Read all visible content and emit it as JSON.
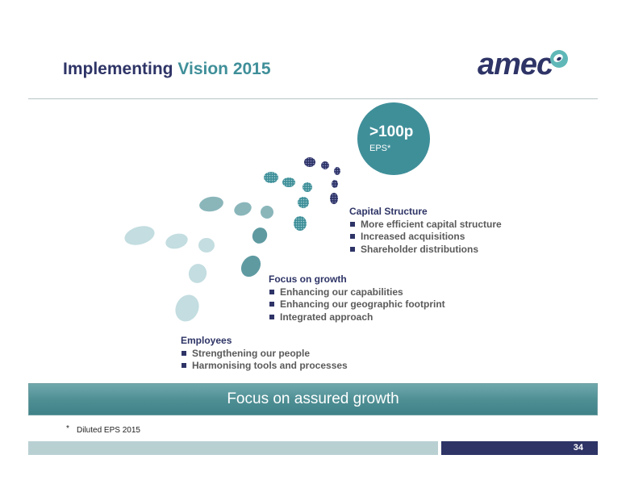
{
  "header": {
    "title_part1": "Implementing",
    "title_part2": "Vision 2015",
    "logo_text": "amec"
  },
  "eps_badge": {
    "value": ">100p",
    "label": "EPS*"
  },
  "groups": [
    {
      "heading": "Capital Structure",
      "items": [
        "More efficient capital structure",
        "Increased acquisitions",
        "Shareholder distributions"
      ]
    },
    {
      "heading": "Focus on growth",
      "items": [
        "Enhancing our capabilities",
        "Enhancing our geographic footprint",
        "Integrated approach"
      ]
    },
    {
      "heading": "Employees",
      "items": [
        "Strengthening our people",
        "Harmonising tools and processes"
      ]
    }
  ],
  "banner": {
    "text": "Focus on assured growth"
  },
  "footnote": {
    "marker": "*",
    "text": "Diluted EPS 2015"
  },
  "footer": {
    "page_number": "34"
  },
  "colors": {
    "navy": "#2e3466",
    "teal": "#3f8f99",
    "light_teal": "#b9d0d3"
  }
}
